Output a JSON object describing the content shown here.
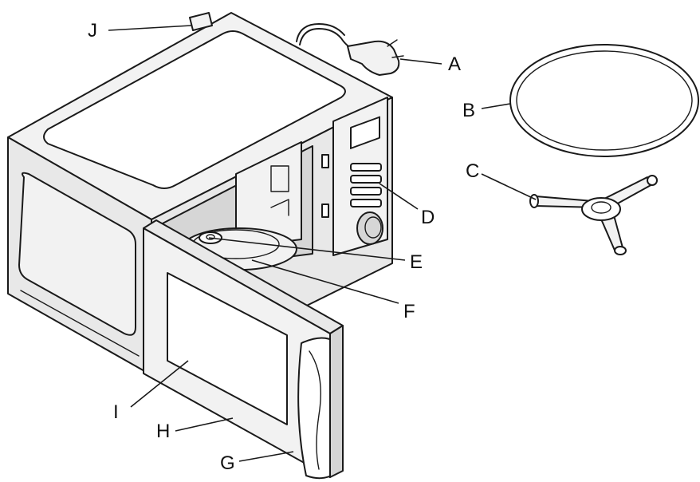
{
  "figure": {
    "labels": [
      {
        "key": "A",
        "text": "A"
      },
      {
        "key": "B",
        "text": "B"
      },
      {
        "key": "C",
        "text": "C"
      },
      {
        "key": "D",
        "text": "D"
      },
      {
        "key": "E",
        "text": "E"
      },
      {
        "key": "F",
        "text": "F"
      },
      {
        "key": "G",
        "text": "G"
      },
      {
        "key": "H",
        "text": "H"
      },
      {
        "key": "I",
        "text": "I"
      },
      {
        "key": "J",
        "text": "J"
      }
    ]
  }
}
